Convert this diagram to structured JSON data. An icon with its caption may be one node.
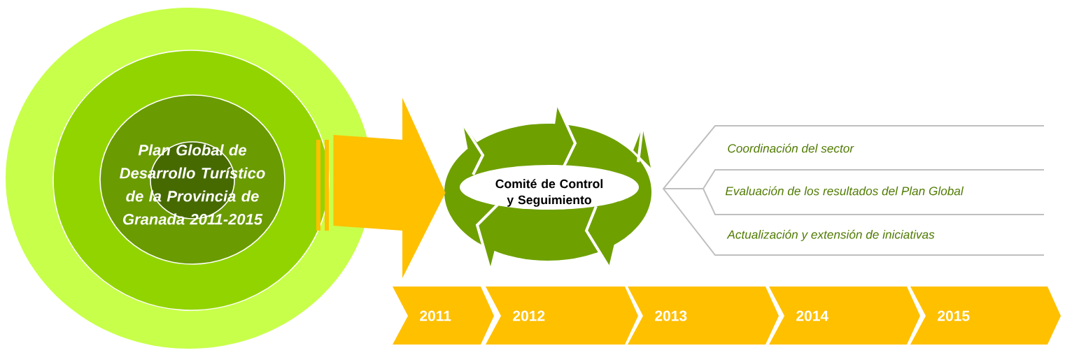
{
  "diagram": {
    "nodes": [
      {
        "text": [
          "Plan Global de Desarrollo Turístico de la Provincia de Granada 2011-2015"
        ]
      },
      {
        "text": [
          "Comité de Control y Seguimiento"
        ]
      },
      {
        "text": [
          "Coordinación del sector"
        ]
      },
      {
        "text": [
          "Evaluación de los resultados del Plan Global"
        ]
      },
      {
        "text": [
          "Actualización y extensión de iniciativas"
        ]
      },
      {
        "text": [
          "2011"
        ]
      },
      {
        "text": [
          "2012"
        ]
      },
      {
        "text": [
          "2013"
        ]
      },
      {
        "text": [
          "2014"
        ]
      },
      {
        "text": [
          "2015"
        ]
      }
    ],
    "edges": [
      {
        "from": 0,
        "to": 1,
        "arrow": "to",
        "style": "thick"
      }
    ]
  }
}
